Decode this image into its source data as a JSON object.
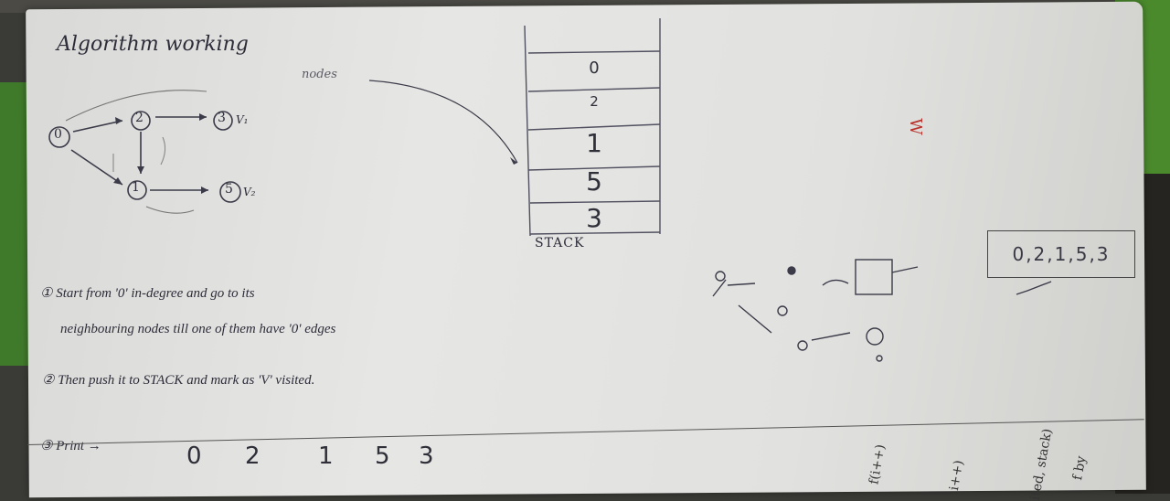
{
  "notes": {
    "title": "Algorithm working",
    "nodes_label": "nodes",
    "graph": {
      "nodes": [
        "0",
        "2",
        "3",
        "1",
        "5"
      ],
      "node_annotations": [
        "V₁",
        "V₂"
      ]
    },
    "stack": {
      "label": "STACK",
      "entries": [
        "0",
        "2",
        "1",
        "5",
        "3"
      ]
    },
    "steps": [
      "① Start from '0' in-degree and go to its",
      "neighbouring nodes till one of them have '0' edges",
      "② Then push it to STACK and mark as 'V' visited."
    ],
    "print": {
      "label": "③ Print →",
      "values": [
        "0",
        "2",
        "1",
        "5",
        "3"
      ]
    },
    "result": "0,2,1,5,3",
    "red_mark": "W",
    "margin_scribbles": [
      "f(i++)",
      "i++)",
      "ited, stack)",
      "f by"
    ]
  },
  "colors": {
    "ink": "#2d2d3a",
    "paper": "#e3e3e1",
    "red_ink": "#b8322c"
  }
}
